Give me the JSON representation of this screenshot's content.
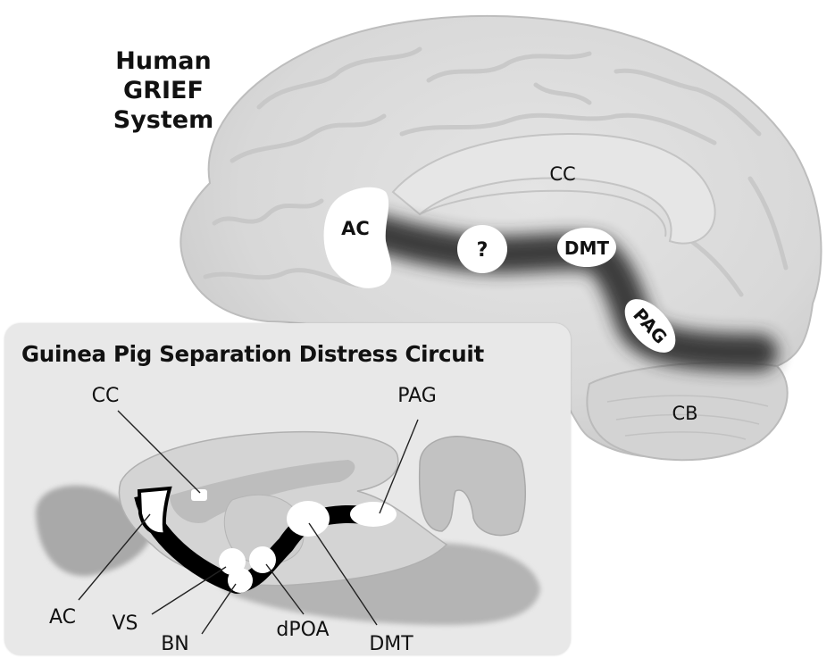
{
  "human": {
    "title_lines": [
      "Human",
      "GRIEF",
      "System"
    ],
    "regions": {
      "cc": "CC",
      "ac": "AC",
      "unknown": "?",
      "dmt": "DMT",
      "pag": "PAG",
      "cb": "CB"
    }
  },
  "guinea_pig": {
    "title": "Guinea Pig Separation Distress Circuit",
    "labels": {
      "cc": "CC",
      "pag": "PAG",
      "ac": "AC",
      "vs": "VS",
      "bn": "BN",
      "dpoa": "dPOA",
      "dmt": "DMT"
    }
  },
  "colors": {
    "brain_fill": "#d9d9d9",
    "pathway": "#2b2b2b",
    "node_fill": "#ffffff",
    "inset_bg": "#e8e8e8",
    "text": "#111111"
  }
}
